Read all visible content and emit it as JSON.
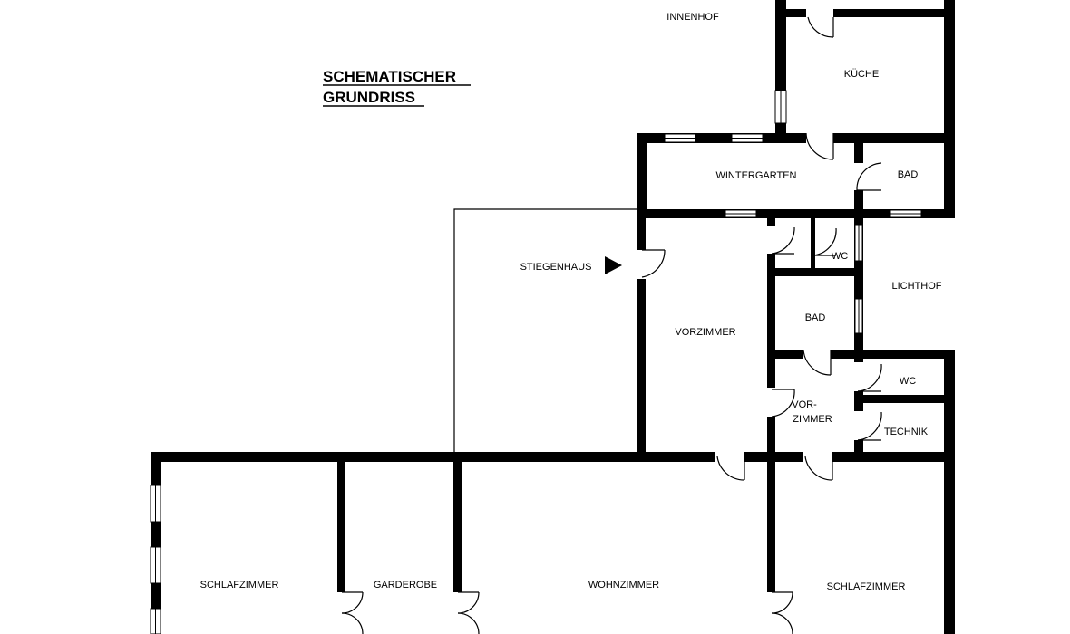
{
  "title": {
    "line1": "SCHEMATISCHER",
    "line2": "GRUNDRISS"
  },
  "rooms": {
    "innenhof": "INNENHOF",
    "kueche": "KÜCHE",
    "wintergarten": "WINTERGARTEN",
    "bad_top": "BAD",
    "stiegenhaus": "STIEGENHAUS",
    "wc_top": "WC",
    "lichthof": "LICHTHOF",
    "bad_mid": "BAD",
    "vorzimmer_main": "VORZIMMER",
    "vorzimmer_small_1": "VOR-",
    "vorzimmer_small_2": "ZIMMER",
    "wc_right": "WC",
    "technik": "TECHNIK",
    "schlafzimmer_left": "SCHLAFZIMMER",
    "garderobe": "GARDEROBE",
    "wohnzimmer": "WOHNZIMMER",
    "schlafzimmer_right": "SCHLAFZIMMER"
  },
  "colors": {
    "wall": "#000000",
    "background": "#ffffff"
  }
}
